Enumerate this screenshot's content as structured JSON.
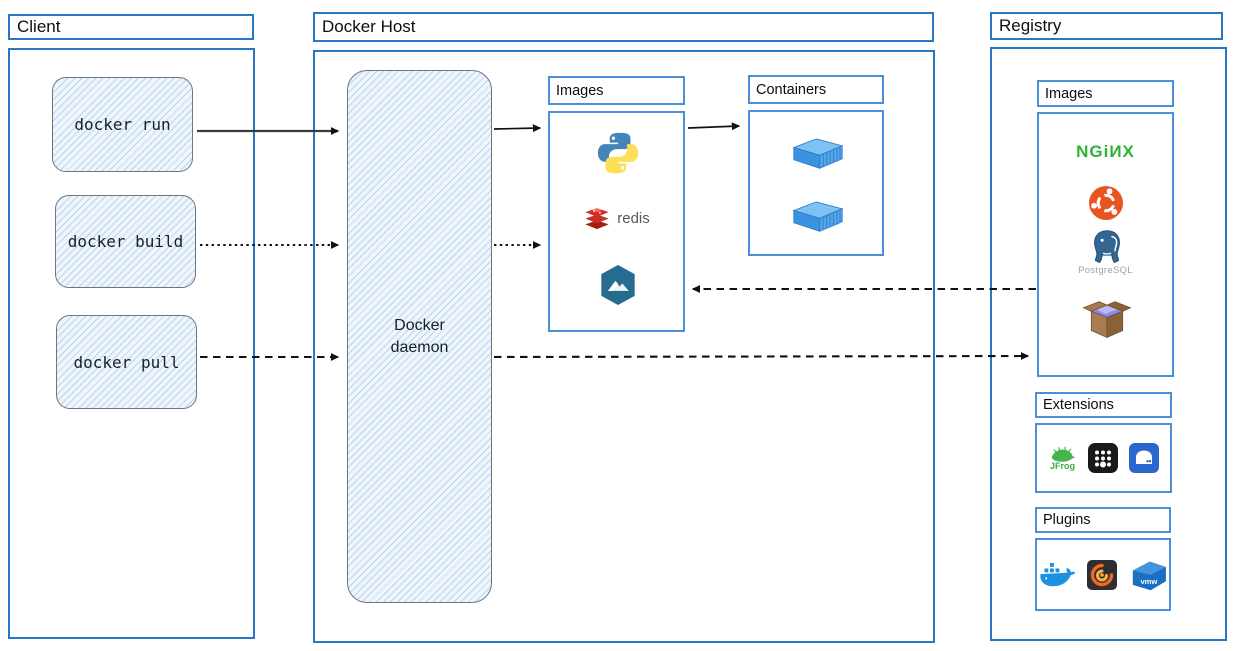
{
  "client": {
    "title": "Client",
    "commands": [
      {
        "label": "docker run"
      },
      {
        "label": "docker build"
      },
      {
        "label": "docker pull"
      }
    ]
  },
  "docker_host": {
    "title": "Docker Host",
    "daemon_label": "Docker daemon",
    "images": {
      "title": "Images",
      "redis_label": "redis",
      "icons": [
        "python-icon",
        "redis-icon",
        "alpine-icon"
      ]
    },
    "containers": {
      "title": "Containers",
      "icons": [
        "container-icon",
        "container-icon"
      ]
    }
  },
  "registry": {
    "title": "Registry",
    "images": {
      "title": "Images",
      "nginx_label": "NGiИX",
      "postgresql_label": "PostgreSQL",
      "icons": [
        "nginx-logo",
        "ubuntu-icon",
        "postgresql-icon",
        "package-box-icon"
      ]
    },
    "extensions": {
      "title": "Extensions",
      "jfrog_label": "JFrog",
      "icons": [
        "jfrog-icon",
        "apps-grid-icon",
        "disk-usage-icon"
      ]
    },
    "plugins": {
      "title": "Plugins",
      "vmware_label": "vmw",
      "icons": [
        "docker-whale-icon",
        "grafana-icon",
        "vmware-icon"
      ]
    }
  },
  "colors": {
    "section_border": "#2777c9",
    "panel_border": "#4a90d9",
    "sketch_fill": "#eef5fc",
    "arrow": "#1a1a1a",
    "nginx_green": "#2eb135",
    "ubuntu_orange": "#e95420",
    "redis_red": "#d82c20",
    "python_blue": "#4584b6",
    "python_yellow": "#ffde57"
  }
}
